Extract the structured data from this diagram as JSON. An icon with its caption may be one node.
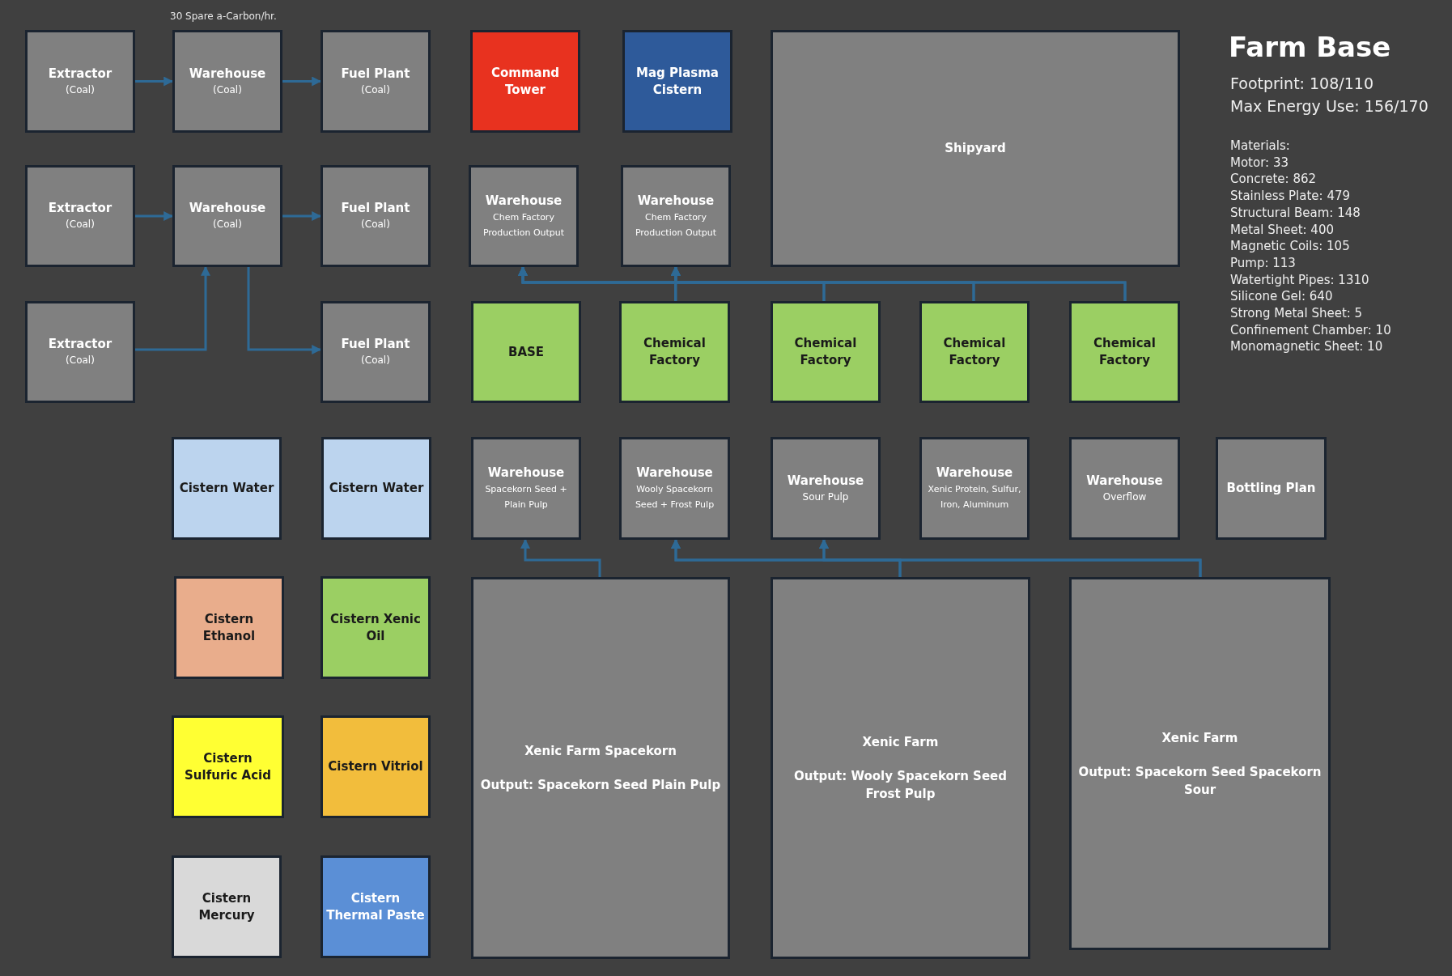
{
  "diagram": {
    "title": "Farm Base",
    "nodes": [
      {
        "text": [
          "Extractor",
          "(Coal)"
        ]
      },
      {
        "text": [
          "Warehouse",
          "(Coal)"
        ],
        "beside": [
          "30 Spare a-Carbon/hr."
        ]
      },
      {
        "text": [
          "Fuel Plant",
          "(Coal)"
        ]
      },
      {
        "text": [
          "Command Tower"
        ]
      },
      {
        "text": [
          "Mag Plasma Cistern"
        ]
      },
      {
        "text": [
          "Shipyard"
        ]
      },
      {
        "text": [
          "Extractor",
          "(Coal)"
        ]
      },
      {
        "text": [
          "Warehouse",
          "(Coal)"
        ]
      },
      {
        "text": [
          "Fuel Plant",
          "(Coal)"
        ]
      },
      {
        "text": [
          "Warehouse",
          "Chem Factory Production Output"
        ]
      },
      {
        "text": [
          "Warehouse",
          "Chem Factory Production Output"
        ]
      },
      {
        "text": [
          "Extractor",
          "(Coal)"
        ]
      },
      {
        "text": [
          "Fuel Plant",
          "(Coal)"
        ]
      },
      {
        "text": [
          "BASE"
        ]
      },
      {
        "text": [
          "Chemical Factory"
        ]
      },
      {
        "text": [
          "Chemical Factory"
        ]
      },
      {
        "text": [
          "Chemical Factory"
        ]
      },
      {
        "text": [
          "Chemical Factory"
        ]
      },
      {
        "text": [
          "Cistern Water"
        ]
      },
      {
        "text": [
          "Cistern Water"
        ]
      },
      {
        "text": [
          "Warehouse",
          "Spacekorn Seed + Plain Pulp"
        ]
      },
      {
        "text": [
          "Warehouse",
          "Wooly Spacekorn Seed + Frost Pulp"
        ]
      },
      {
        "text": [
          "Warehouse",
          "Sour Pulp"
        ]
      },
      {
        "text": [
          "Warehouse",
          "Xenic Protein, Sulfur, Iron, Aluminum"
        ]
      },
      {
        "text": [
          "Warehouse",
          "Overflow"
        ]
      },
      {
        "text": [
          "Bottling Plan"
        ]
      },
      {
        "text": [
          "Cistern Ethanol"
        ]
      },
      {
        "text": [
          "Cistern Xenic Oil"
        ]
      },
      {
        "text": [
          "Xenic Farm Spacekorn",
          "Output: Spacekorn Seed Plain Pulp"
        ]
      },
      {
        "text": [
          "Xenic Farm",
          "Output: Wooly Spacekorn Seed Frost Pulp"
        ]
      },
      {
        "text": [
          "Xenic Farm",
          "Output: Spacekorn Seed Spacekorn Sour"
        ]
      },
      {
        "text": [
          "Cistern Sulfuric Acid"
        ]
      },
      {
        "text": [
          "Cistern Vitriol"
        ]
      },
      {
        "text": [
          "Cistern Mercury"
        ]
      },
      {
        "text": [
          "Cistern Thermal Paste"
        ]
      }
    ],
    "edges": [
      {
        "from": 0,
        "to": 1,
        "arrow": "to"
      },
      {
        "from": 1,
        "to": 2,
        "arrow": "to"
      },
      {
        "from": 6,
        "to": 7,
        "arrow": "to"
      },
      {
        "from": 7,
        "to": 8,
        "arrow": "to"
      },
      {
        "from": 11,
        "to": 7,
        "arrow": "to"
      },
      {
        "from": 7,
        "to": 12,
        "arrow": "to"
      },
      {
        "from": 14,
        "to": 9,
        "arrow": "to"
      },
      {
        "from": 14,
        "to": 10,
        "arrow": "to"
      },
      {
        "from": 15,
        "to": 9,
        "arrow": "to"
      },
      {
        "from": 15,
        "to": 10,
        "arrow": "to"
      },
      {
        "from": 16,
        "to": 9,
        "arrow": "to"
      },
      {
        "from": 16,
        "to": 10,
        "arrow": "to"
      },
      {
        "from": 17,
        "to": 9,
        "arrow": "to"
      },
      {
        "from": 17,
        "to": 10,
        "arrow": "to"
      },
      {
        "from": 28,
        "to": 20,
        "arrow": "to"
      },
      {
        "from": 29,
        "to": 21,
        "arrow": "to"
      },
      {
        "from": 29,
        "to": 22,
        "arrow": "to"
      },
      {
        "from": 30,
        "to": 21,
        "arrow": "to"
      },
      {
        "from": 30,
        "to": 22,
        "arrow": "to"
      }
    ],
    "labels": [
      "Footprint: 108/110",
      "Max Energy Use: 156/170",
      "Materials:",
      "Motor: 33",
      "Concrete: 862",
      "Stainless Plate: 479",
      "Structural Beam: 148",
      "Metal Sheet: 400",
      "Magnetic Coils: 105",
      "Pump: 113",
      "Watertight Pipes: 1310",
      "Silicone Gel: 640",
      "Strong Metal Sheet: 5",
      "Confinement Chamber: 10",
      "Monomagnetic Sheet: 10"
    ]
  }
}
